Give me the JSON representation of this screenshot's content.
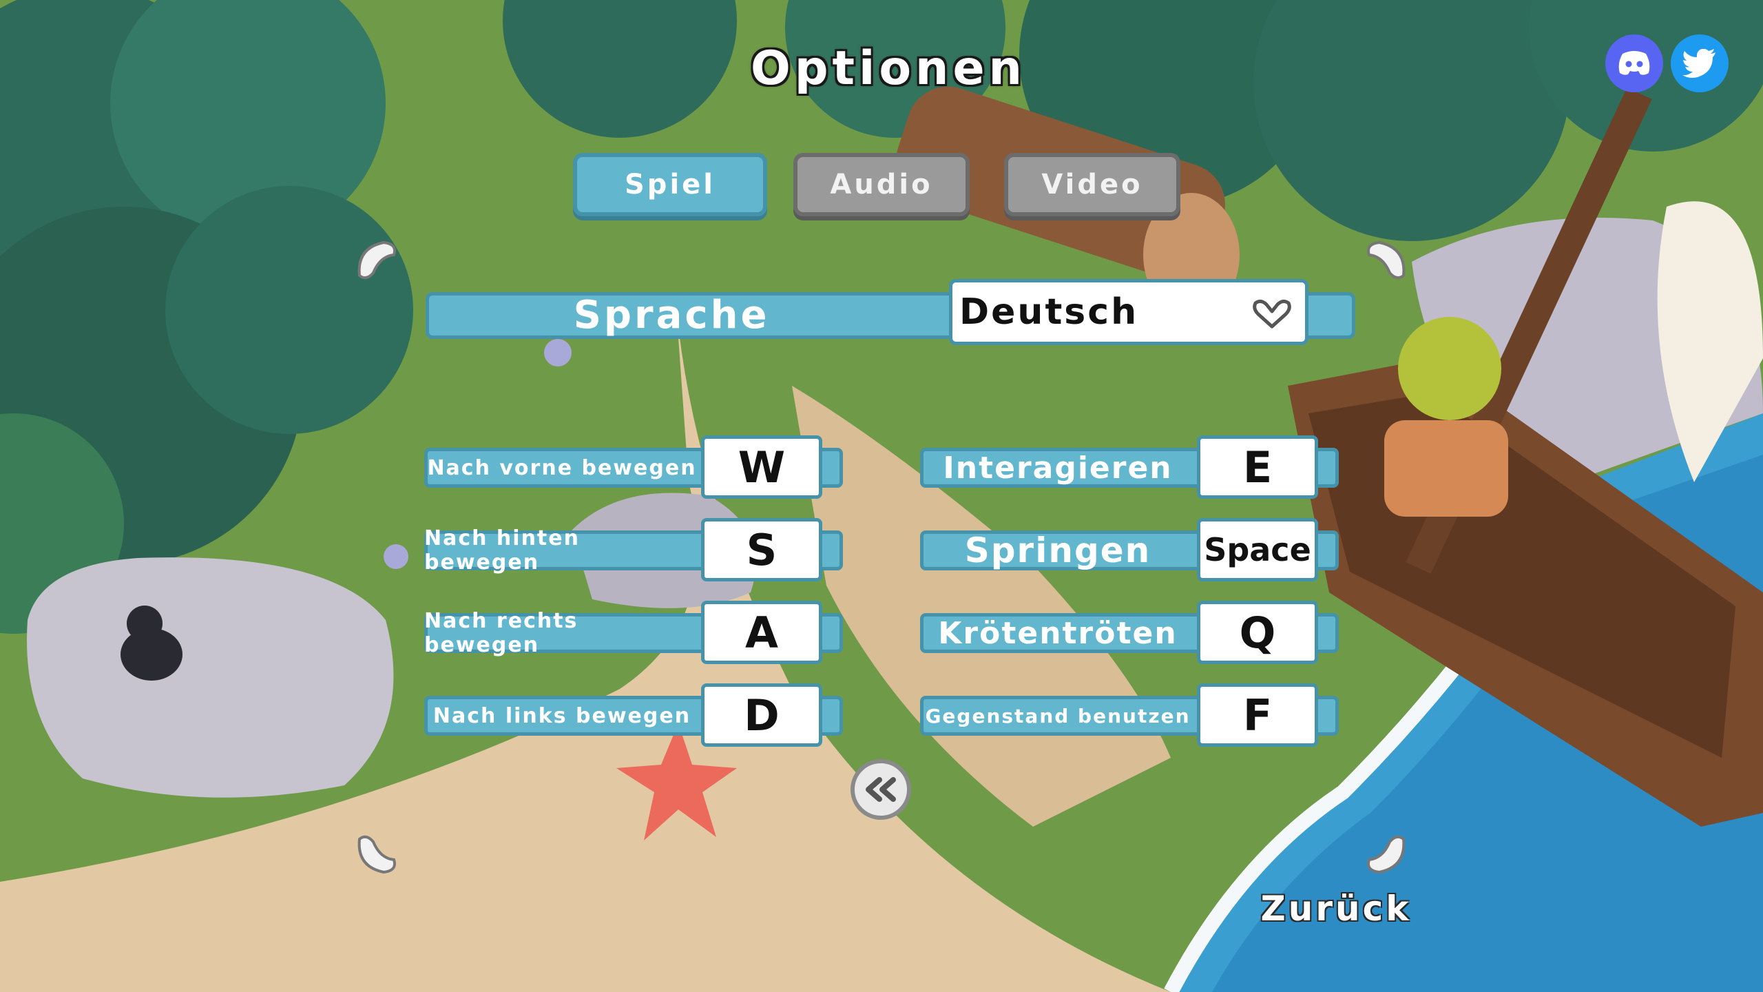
{
  "title": "Optionen",
  "social": {
    "discord_icon": "discord-icon",
    "twitter_icon": "twitter-icon"
  },
  "tabs": [
    {
      "label": "Spiel",
      "active": true
    },
    {
      "label": "Audio",
      "active": false
    },
    {
      "label": "Video",
      "active": false
    }
  ],
  "language": {
    "label": "Sprache",
    "value": "Deutsch",
    "icon": "chevron-down-icon"
  },
  "bindings_left": [
    {
      "action": "Nach vorne bewegen",
      "key": "W"
    },
    {
      "action": "Nach hinten bewegen",
      "key": "S"
    },
    {
      "action": "Nach rechts bewegen",
      "key": "A"
    },
    {
      "action": "Nach links bewegen",
      "key": "D"
    }
  ],
  "bindings_right": [
    {
      "action": "Interagieren",
      "key": "E"
    },
    {
      "action": "Springen",
      "key": "Space"
    },
    {
      "action": "Krötentröten",
      "key": "Q"
    },
    {
      "action": "Gegenstand benutzen",
      "key": "F"
    }
  ],
  "back_icon": "double-chevron-left-icon",
  "back_label": "Zurück",
  "colors": {
    "panel_blue": "#62b7cf",
    "panel_border": "#4593ab",
    "tab_inactive": "#9a9a9a"
  }
}
